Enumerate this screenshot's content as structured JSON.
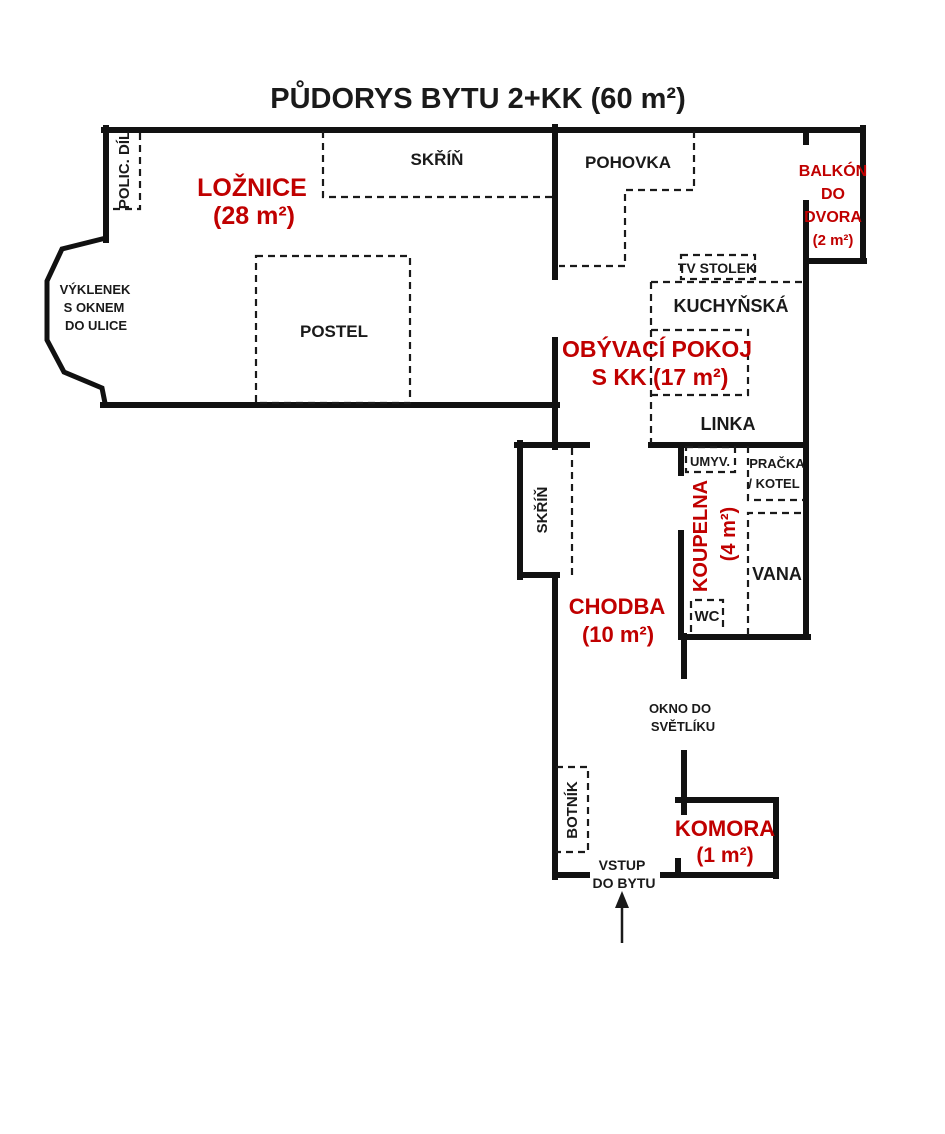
{
  "title": "PŮDORYS BYTU 2+KK (60 m²)",
  "colors": {
    "room_label": "#c00000",
    "wall": "#111111",
    "furniture_label": "#1a1a1a",
    "background": "#ffffff"
  },
  "rooms": {
    "loznice": {
      "name": "LOŽNICE",
      "area": "(28 m²)"
    },
    "obyvaci": {
      "line1": "OBÝVACÍ POKOJ",
      "line2": "S KK (17 m²)"
    },
    "balkon": {
      "line1": "BALKÓN",
      "line2": "DO",
      "line3": "DVORA",
      "line4": "(2 m²)"
    },
    "koupelna": {
      "name": "KOUPELNA",
      "area": "(4 m²)"
    },
    "chodba": {
      "name": "CHODBA",
      "area": "(10 m²)"
    },
    "komora": {
      "name": "KOMORA",
      "area": "(1 m²)"
    }
  },
  "features": {
    "vyklenek": {
      "line1": "VÝKLENEK",
      "line2": "S OKNEM",
      "line3": "DO ULICE"
    },
    "okno_svetlik": {
      "line1": "OKNO DO",
      "line2": "SVĚTLÍKU"
    },
    "vstup": {
      "line1": "VSTUP",
      "line2": "DO BYTU"
    }
  },
  "furniture": {
    "polic_dil": "POLIC. DÍL",
    "skrin_loznice": "SKŘÍŇ",
    "postel": "POSTEL",
    "pohovka": "POHOVKA",
    "tv_stolek": "TV STOLEK",
    "kuchynska": "KUCHYŇSKÁ",
    "linka": "LINKA",
    "umyvadlo": "UMYV.",
    "pracka_line1": "PRAČKA",
    "pracka_line2": "/ KOTEL",
    "vana": "VANA",
    "wc": "WC",
    "skrin_chodba": "SKŘÍŇ",
    "botnik": "BOTNÍK"
  }
}
